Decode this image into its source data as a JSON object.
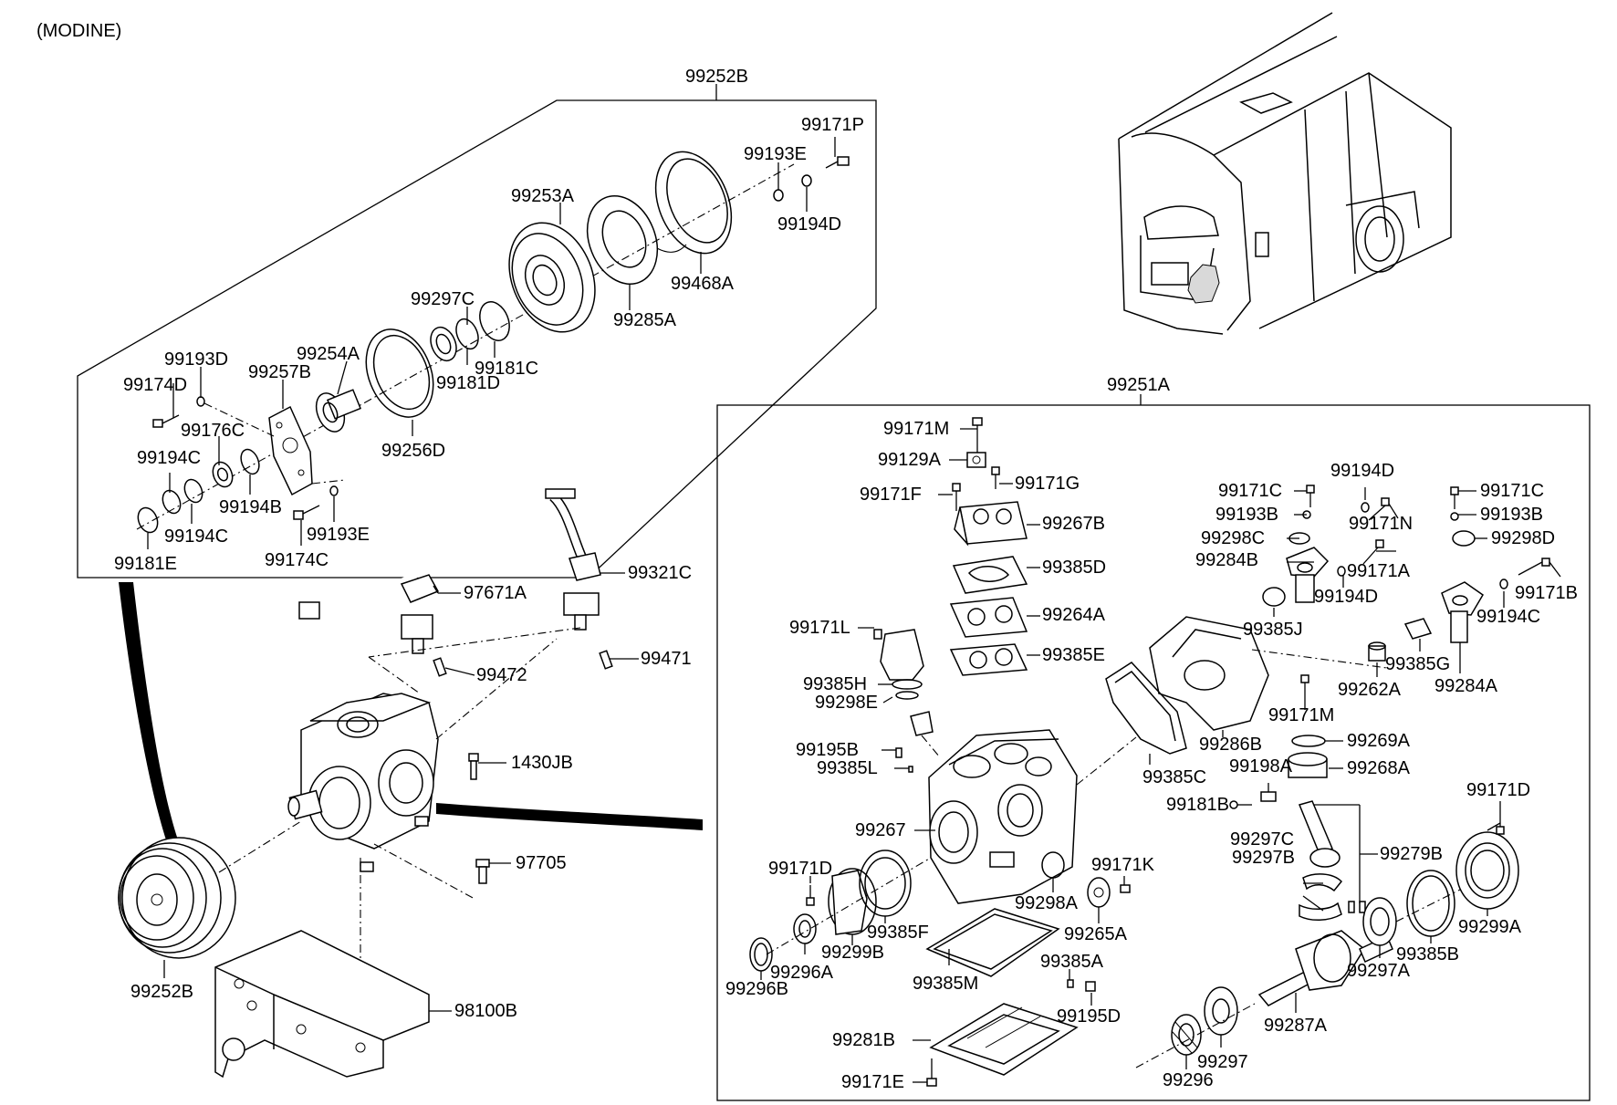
{
  "header": {
    "caption": "(MODINE)"
  },
  "assemblies": {
    "clutch_group": "99252B",
    "compressor_group": "99251A"
  },
  "labels": {
    "p99252B_top": "99252B",
    "p99171P": "99171P",
    "p99193E_top": "99193E",
    "p99194D_top": "99194D",
    "p99253A": "99253A",
    "p99468A": "99468A",
    "p99285A": "99285A",
    "p99297C_top": "99297C",
    "p99181C": "99181C",
    "p99181D": "99181D",
    "p99254A": "99254A",
    "p99257B": "99257B",
    "p99193D": "99193D",
    "p99174D": "99174D",
    "p99256D": "99256D",
    "p99176C": "99176C",
    "p99194C_a": "99194C",
    "p99194B": "99194B",
    "p99194C_b": "99194C",
    "p99193E_bot": "99193E",
    "p99174C": "99174C",
    "p99181E": "99181E",
    "p97671A": "97671A",
    "p99321C": "99321C",
    "p99472": "99472",
    "p99471": "99471",
    "p1430JB": "1430JB",
    "p97705": "97705",
    "p99252B_bot": "99252B",
    "p98100B": "98100B",
    "p99251A": "99251A",
    "p99171M_top": "99171M",
    "p99129A": "99129A",
    "p99171G": "99171G",
    "p99171F": "99171F",
    "p99267B": "99267B",
    "p99385D": "99385D",
    "p99264A": "99264A",
    "p99385E": "99385E",
    "p99171L": "99171L",
    "p99385H": "99385H",
    "p99298E": "99298E",
    "p99195B": "99195B",
    "p99385L": "99385L",
    "p99267": "99267",
    "p99171D_left": "99171D",
    "p99385F": "99385F",
    "p99299B": "99299B",
    "p99296A": "99296A",
    "p99296B": "99296B",
    "p99385M": "99385M",
    "p99298A": "99298A",
    "p99171K": "99171K",
    "p99265A": "99265A",
    "p99385A": "99385A",
    "p99195D": "99195D",
    "p99281B": "99281B",
    "p99171E": "99171E",
    "p99296": "99296",
    "p99297": "99297",
    "p99287A": "99287A",
    "p99297A": "99297A",
    "p99385B": "99385B",
    "p99299A": "99299A",
    "p99171D_right": "99171D",
    "p99279B": "99279B",
    "p99297C_bot": "99297C",
    "p99297B": "99297B",
    "p99181B": "99181B",
    "p99198A": "99198A",
    "p99268A": "99268A",
    "p99269A": "99269A",
    "p99385C": "99385C",
    "p99286B": "99286B",
    "p99171M_mid": "99171M",
    "p99262A": "99262A",
    "p99385G": "99385G",
    "p99284A": "99284A",
    "p99385J": "99385J",
    "p99194D_mid": "99194D",
    "p99171A": "99171A",
    "p99284B": "99284B",
    "p99298C": "99298C",
    "p99193B_a": "99193B",
    "p99171C_a": "99171C",
    "p99194D_top2": "99194D",
    "p99171N": "99171N",
    "p99171C_b": "99171C",
    "p99193B_b": "99193B",
    "p99298D": "99298D",
    "p99171B": "99171B",
    "p99194C_right": "99194C"
  }
}
